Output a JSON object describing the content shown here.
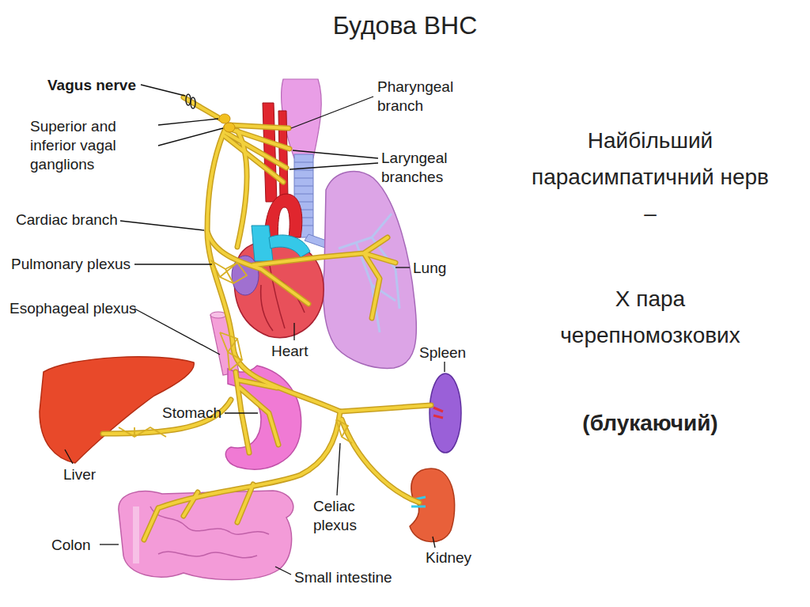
{
  "diagram": {
    "title": "Будова ВНС",
    "labels": [
      "Vagus nerve",
      "Pharyngeal branch",
      "Superior and inferior vagal ganglions",
      "Laryngeal branches",
      "Найбільший парасимпатичний нерв –",
      "Cardiac branch",
      "Pulmonary plexus",
      "Lung",
      "Esophageal plexus",
      "X пара черепномозкових",
      "Heart",
      "Spleen",
      "Stomach",
      "(блукаючий)",
      "Liver",
      "Celiac plexus",
      "Colon",
      "Kidney",
      "Small intestine"
    ]
  }
}
